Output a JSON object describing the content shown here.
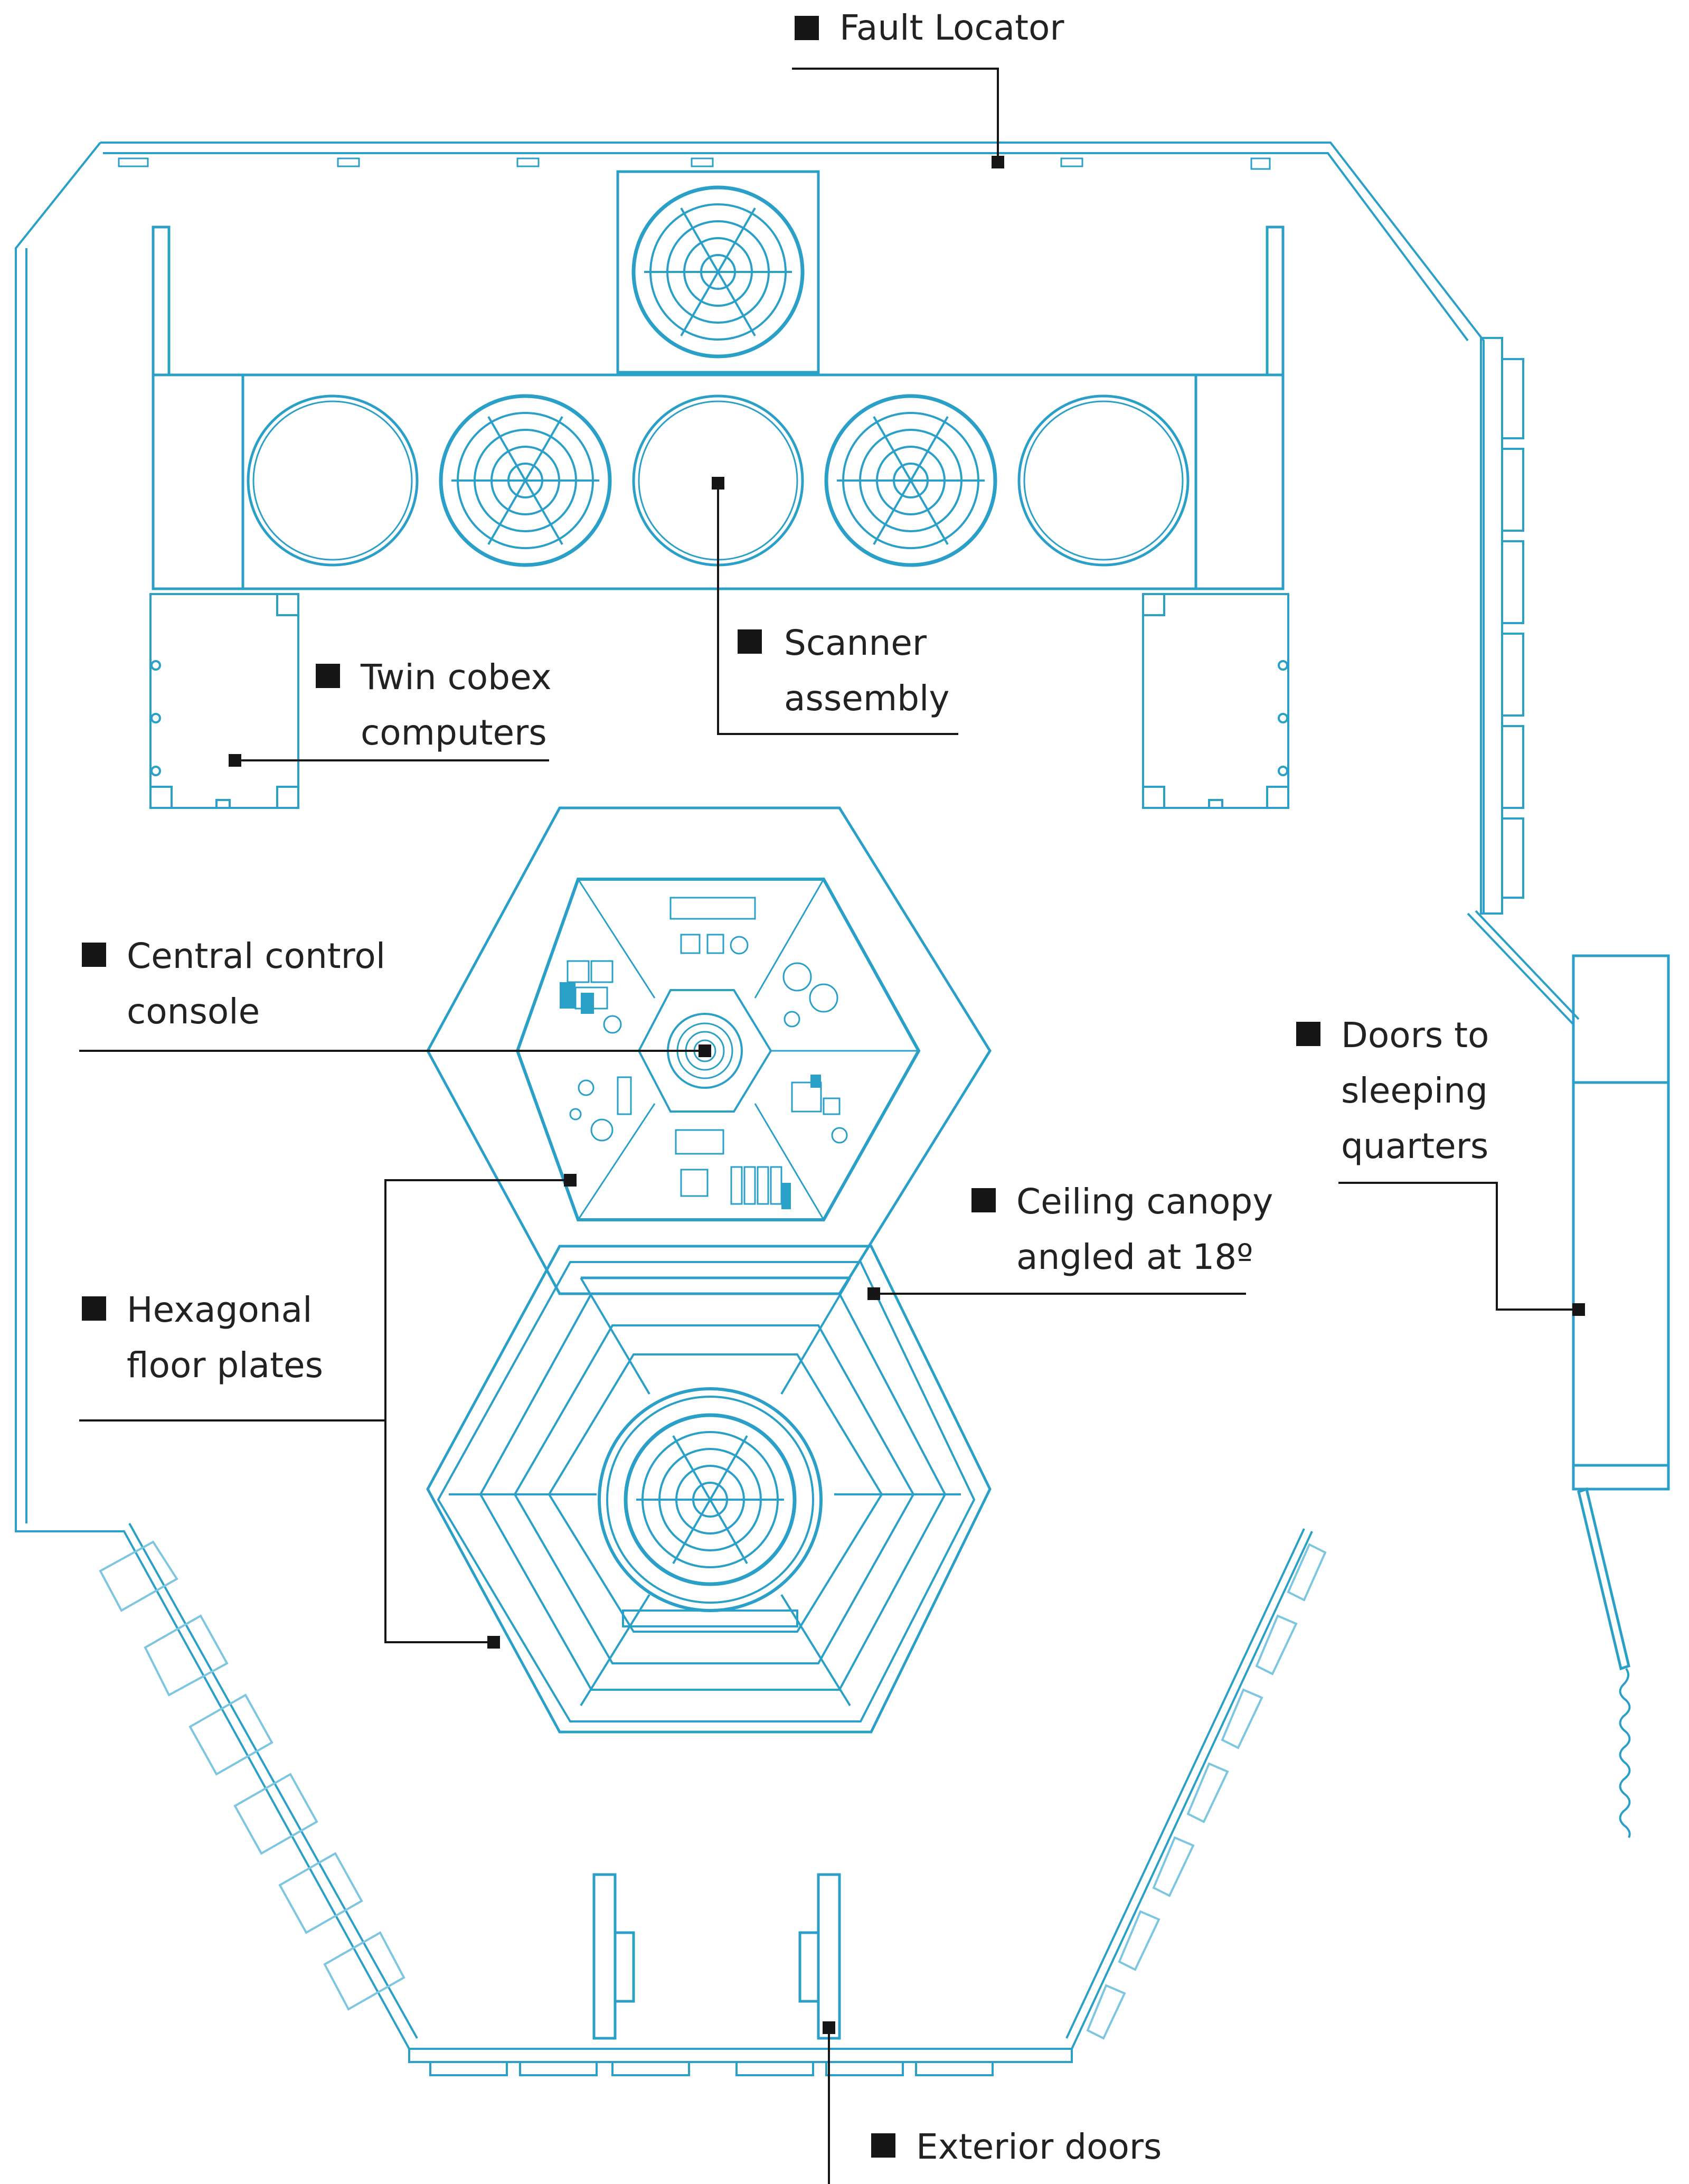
{
  "colors": {
    "blueprint": "#2a9fc7",
    "blueprint_light": "#7cc6e0",
    "text": "#222222",
    "leader": "#161616",
    "background": "#ffffff"
  },
  "icons": {
    "bullet": "black-square-icon",
    "roundel_grille": "radial-grille-icon"
  },
  "labels": {
    "fault_locator": "Fault Locator",
    "scanner_assembly_1": "Scanner",
    "scanner_assembly_2": "assembly",
    "twin_cobex_1": "Twin cobex",
    "twin_cobex_2": "computers",
    "central_console_1": "Central control",
    "central_console_2": "console",
    "doors_sleeping_1": "Doors to",
    "doors_sleeping_2": "sleeping",
    "doors_sleeping_3": "quarters",
    "ceiling_canopy_1": "Ceiling canopy",
    "ceiling_canopy_2": "angled at 18º",
    "hex_floor_1": "Hexagonal",
    "hex_floor_2": "floor plates",
    "exterior_doors": "Exterior doors"
  }
}
